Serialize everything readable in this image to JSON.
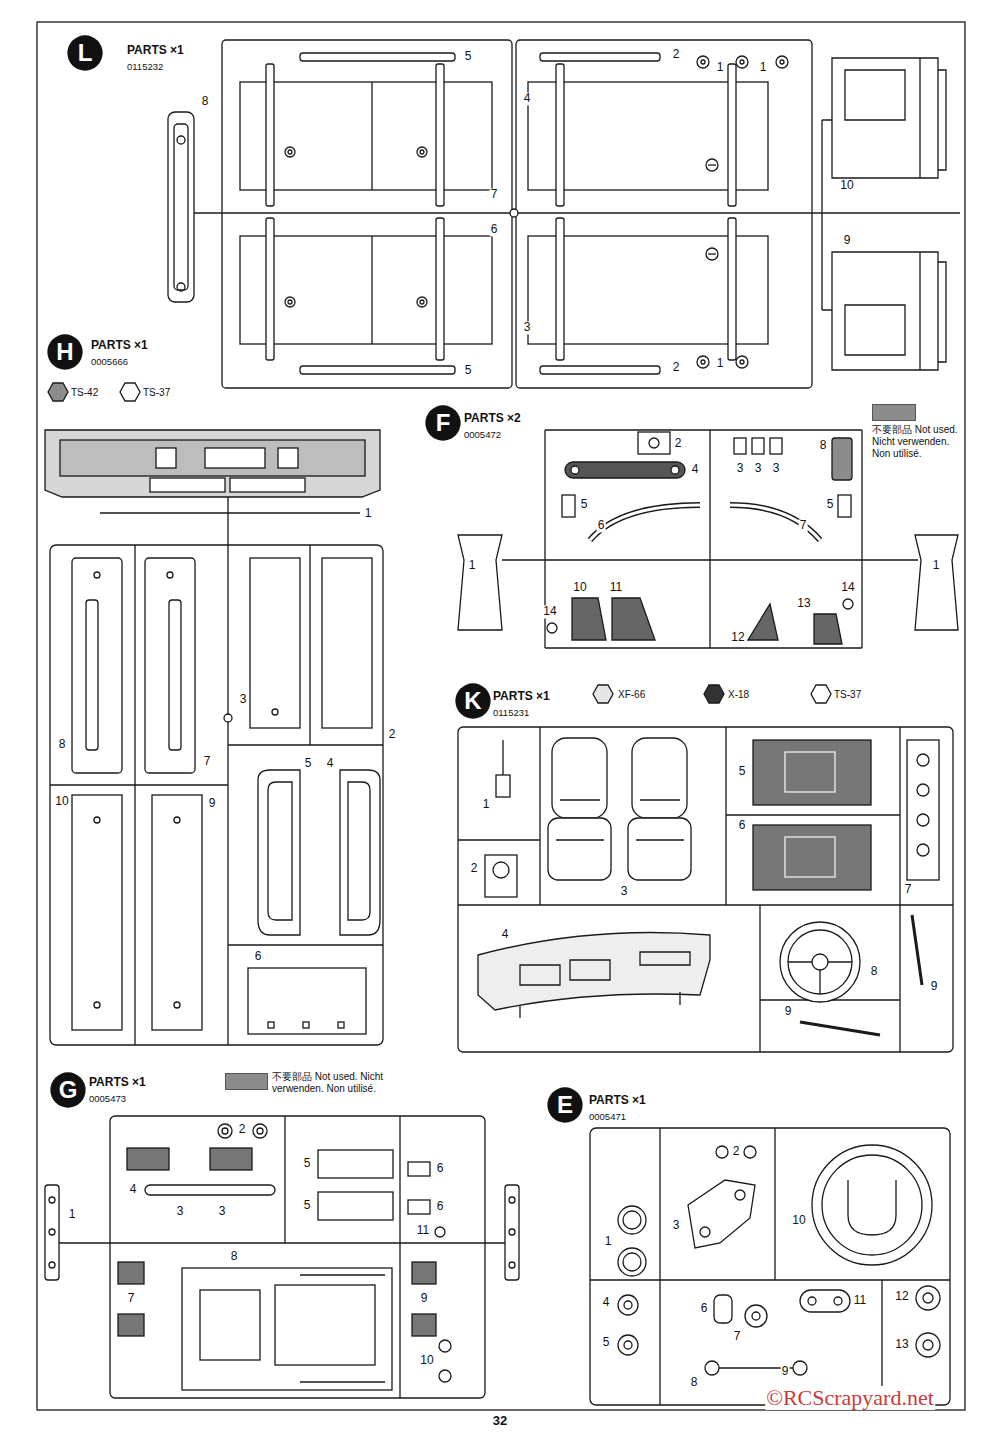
{
  "diagram": {
    "nodes": [
      {
        "text": [
          "L"
        ]
      },
      {
        "text": [
          "H"
        ]
      },
      {
        "text": [
          "F"
        ]
      },
      {
        "text": [
          "K"
        ]
      },
      {
        "text": [
          "G"
        ]
      },
      {
        "text": [
          "E"
        ]
      }
    ],
    "labels": [
      "PARTS ×1",
      "0115232",
      "5",
      "2",
      "1",
      "1",
      "4",
      "8",
      "7",
      "10",
      "6",
      "9",
      "3",
      "5",
      "2",
      "1",
      "PARTS ×1",
      "0005666",
      "TS-42",
      "TS-37",
      "1",
      "8",
      "7",
      "3",
      "2",
      "10",
      "9",
      "5",
      "4",
      "6",
      "PARTS ×2",
      "0005472",
      "2",
      "4",
      "3",
      "3",
      "3",
      "8",
      "5",
      "6",
      "7",
      "5",
      "1",
      "1",
      "14",
      "10",
      "11",
      "12",
      "13",
      "14",
      "PARTS ×1",
      "0115231",
      "XF-66",
      "X-18",
      "TS-37",
      "1",
      "2",
      "3",
      "5",
      "6",
      "7",
      "4",
      "8",
      "9",
      "9",
      "PARTS ×1",
      "0005473",
      "2",
      "1",
      "4",
      "3",
      "3",
      "5",
      "6",
      "5",
      "6",
      "11",
      "8",
      "7",
      "9",
      "10",
      "PARTS ×1",
      "0005471",
      "2",
      "1",
      "3",
      "10",
      "4",
      "6",
      "7",
      "11",
      "12",
      "5",
      "8",
      "9",
      "13",
      "32",
      "©RCScrapyard.net"
    ],
    "legend": [
      {
        "text": "不要部品 Not used. Nicht verwenden. Non utilisé.",
        "color": "#8c8c8c"
      },
      {
        "text": "不要部品 Not used. Nicht verwenden. Non utilisé.",
        "color": "#8c8c8c"
      }
    ]
  }
}
